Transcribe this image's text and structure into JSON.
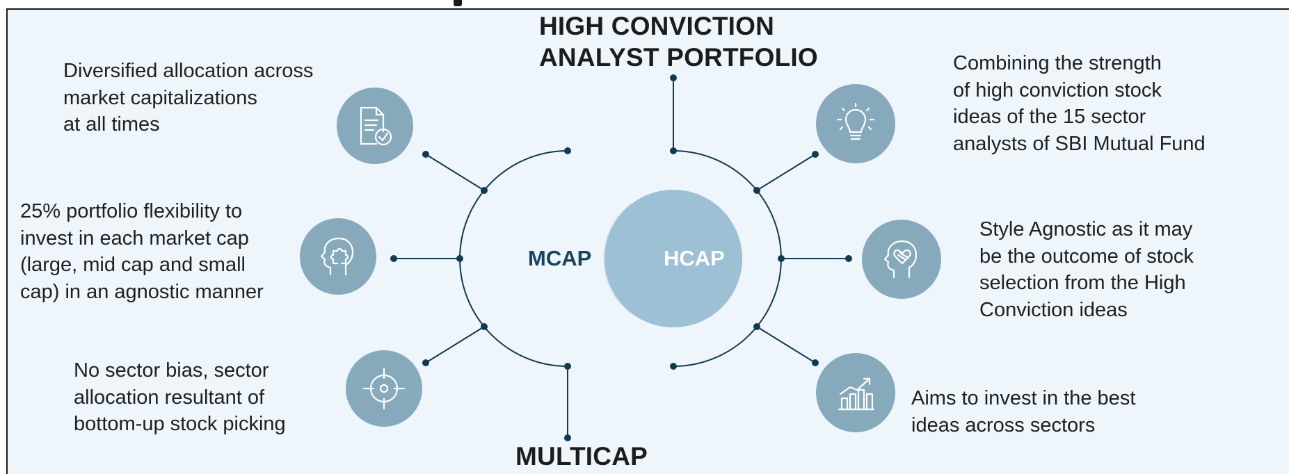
{
  "diagram": {
    "top_heading": "HIGH CONVICTION\nANALYST PORTFOLIO",
    "bottom_heading": "MULTICAP",
    "left_label": "MCAP",
    "right_label": "HCAP",
    "left_points": [
      {
        "text": "Diversified allocation across\nmarket capitalizations\nat all times",
        "icon": "document-check-icon"
      },
      {
        "text": "25% portfolio flexibility to\ninvest in each market cap\n(large, mid cap and small\ncap) in an agnostic manner",
        "icon": "puzzle-head-icon"
      },
      {
        "text": "No sector bias, sector\nallocation resultant of\nbottom-up stock picking",
        "icon": "target-icon"
      }
    ],
    "right_points": [
      {
        "text": "Combining the strength\nof high conviction stock\nideas of the 15 sector\nanalysts of SBI Mutual Fund",
        "icon": "lightbulb-icon"
      },
      {
        "text": "Style Agnostic as it may\nbe the outcome of stock\nselection from the High\nConviction ideas",
        "icon": "head-heart-icon"
      },
      {
        "text": "Aims to invest in the best\nideas across sectors",
        "icon": "growth-chart-icon"
      }
    ],
    "colors": {
      "icon_fill": "#87a9bc",
      "center_circle": "#9dc0d5",
      "line": "#0f3a4f",
      "mcap_text": "#17445e",
      "hcap_text": "#ffffff",
      "background": "#eef5fb"
    }
  }
}
